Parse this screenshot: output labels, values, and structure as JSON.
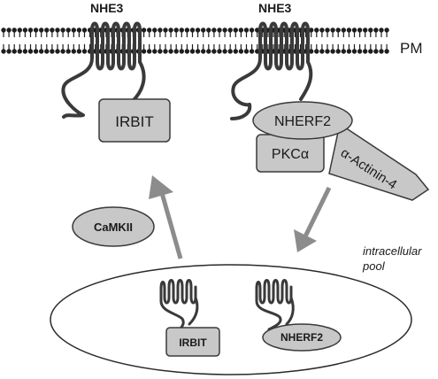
{
  "labels": {
    "nhe3_left": "NHE3",
    "nhe3_right": "NHE3",
    "pm": "PM",
    "irbit": "IRBIT",
    "nherf2": "NHERF2",
    "pkc": "PKCα",
    "actinin": "α-Actinin-4",
    "camkii": "CaMKII",
    "pool_line1": "intracellular",
    "pool_line2": "pool",
    "pool_irbit": "IRBIT",
    "pool_nherf2": "NHERF2"
  },
  "colors": {
    "protein_fill": "#c8c8c8",
    "stroke": "#3a3a3a",
    "arrow": "#8c8c8c",
    "lipid": "#1e1e1e"
  }
}
